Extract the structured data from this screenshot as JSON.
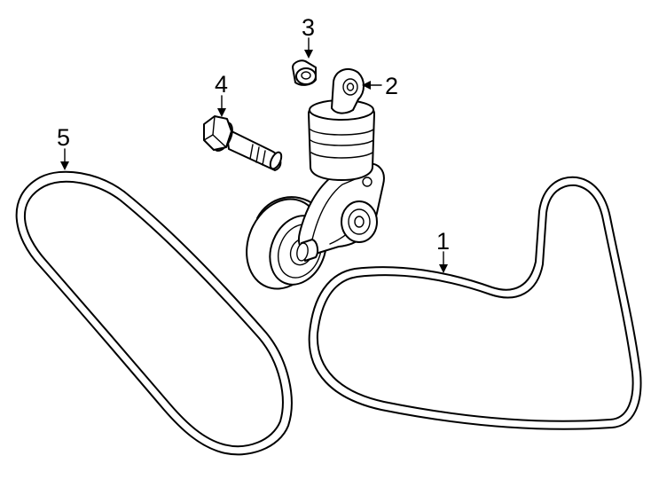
{
  "diagram": {
    "callouts": {
      "belt_right": "1",
      "tensioner": "2",
      "nut": "3",
      "bolt": "4",
      "belt_left": "5"
    }
  }
}
